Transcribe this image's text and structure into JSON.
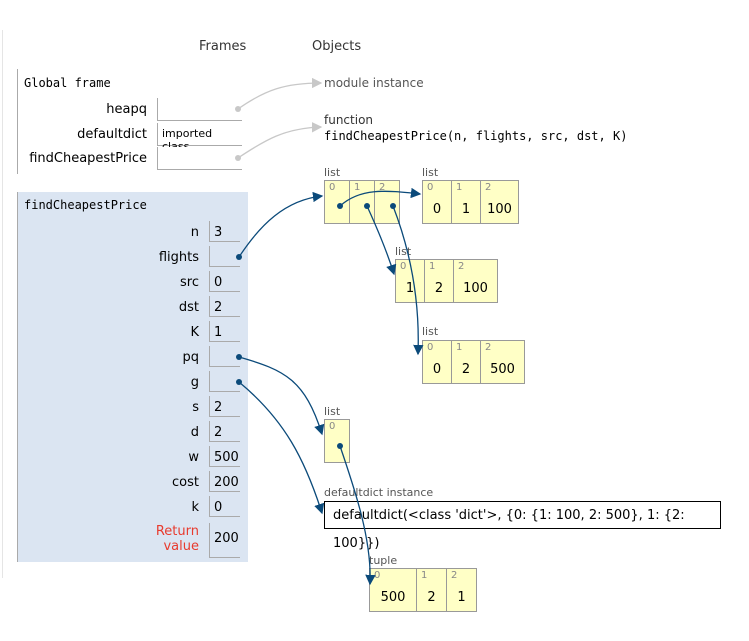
{
  "headers": {
    "frames": "Frames",
    "objects": "Objects"
  },
  "global_frame": {
    "title": "Global frame",
    "vars": [
      {
        "name": "heapq",
        "value": ""
      },
      {
        "name": "defaultdict",
        "value": "imported class"
      },
      {
        "name": "findCheapestPrice",
        "value": ""
      }
    ]
  },
  "func_frame": {
    "title": "findCheapestPrice",
    "vars": [
      {
        "name": "n",
        "value": "3"
      },
      {
        "name": "flights",
        "value": ""
      },
      {
        "name": "src",
        "value": "0"
      },
      {
        "name": "dst",
        "value": "2"
      },
      {
        "name": "K",
        "value": "1"
      },
      {
        "name": "pq",
        "value": ""
      },
      {
        "name": "g",
        "value": ""
      },
      {
        "name": "s",
        "value": "2"
      },
      {
        "name": "d",
        "value": "2"
      },
      {
        "name": "w",
        "value": "500"
      },
      {
        "name": "cost",
        "value": "200"
      },
      {
        "name": "k",
        "value": "0"
      }
    ],
    "return_label_1": "Return",
    "return_label_2": "value",
    "return_value": "200"
  },
  "objects": {
    "module_instance": "module instance",
    "function_label": "function",
    "function_sig": "findCheapestPrice(n, flights, src, dst, K)",
    "outer_list": {
      "label": "list",
      "indices": [
        "0",
        "1",
        "2"
      ]
    },
    "list_a": {
      "label": "list",
      "indices": [
        "0",
        "1",
        "2"
      ],
      "values": [
        "0",
        "1",
        "100"
      ]
    },
    "list_b": {
      "label": "list",
      "indices": [
        "0",
        "1",
        "2"
      ],
      "values": [
        "1",
        "2",
        "100"
      ]
    },
    "list_c": {
      "label": "list",
      "indices": [
        "0",
        "1",
        "2"
      ],
      "values": [
        "0",
        "2",
        "500"
      ]
    },
    "pq_list": {
      "label": "list",
      "indices": [
        "0"
      ]
    },
    "defaultdict": {
      "label": "defaultdict instance",
      "repr": "defaultdict(<class 'dict'>, {0: {1: 100, 2: 500}, 1: {2: 100}})"
    },
    "tuple": {
      "label": "tuple",
      "indices": [
        "0",
        "1",
        "2"
      ],
      "values": [
        "500",
        "2",
        "1"
      ]
    }
  },
  "colors": {
    "pointer": "#0b4a7a",
    "module_pointer": "#c8c8c8",
    "frame_bg": "#dbe5f2",
    "heap_bg": "#ffffc6",
    "return_text": "#e83b2e"
  }
}
